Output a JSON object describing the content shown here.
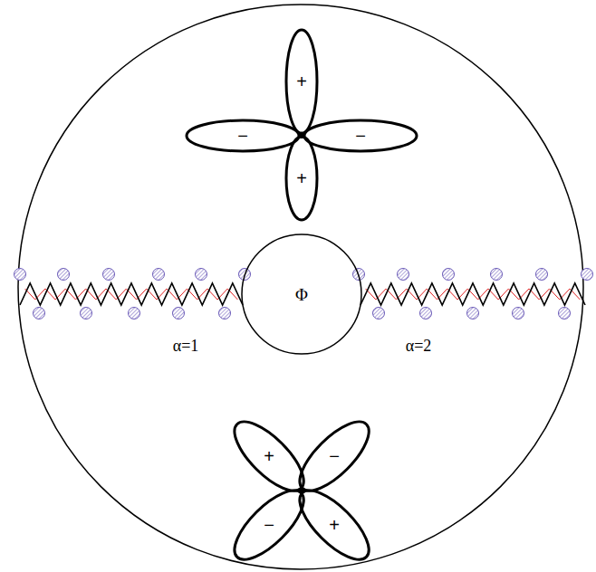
{
  "diagram": {
    "nodes": [
      {
        "text": [
          "+"
        ]
      },
      {
        "text": [
          "−"
        ]
      },
      {
        "text": [
          "−"
        ]
      },
      {
        "text": [
          "+"
        ]
      },
      {
        "text": [
          "Φ"
        ]
      },
      {
        "text": [
          "+"
        ]
      },
      {
        "text": [
          "−"
        ]
      },
      {
        "text": [
          "−"
        ]
      },
      {
        "text": [
          "+"
        ]
      }
    ],
    "labels": [
      "α=1",
      "α=2"
    ]
  }
}
